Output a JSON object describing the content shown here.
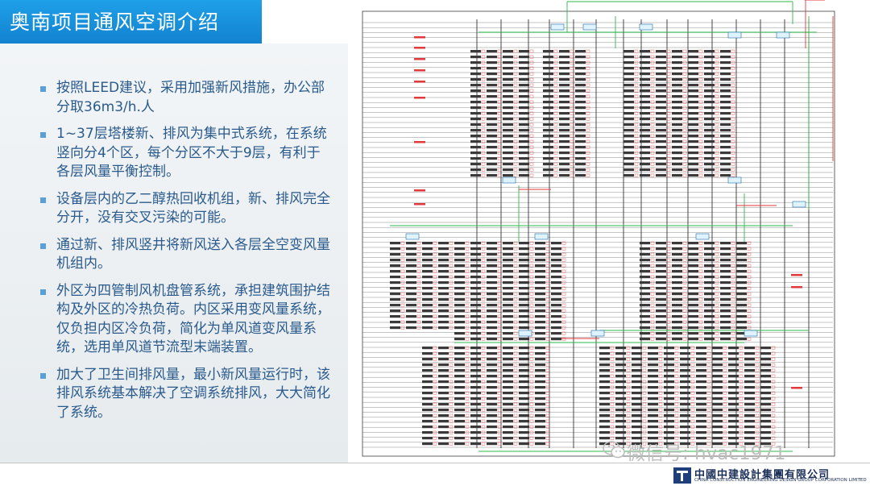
{
  "slide": {
    "title": "奥南项目通风空调介绍",
    "bullets": [
      "按照LEED建议，采用加强新风措施，办公部分取36m3/h.人",
      "1~37层塔楼新、排风为集中式系统，在系统竖向分4个区，每个分区不大于9层，有利于各层风量平衡控制。",
      "设备层内的乙二醇热回收机组，新、排风完全分开，没有交叉污染的可能。",
      "通过新、排风竖井将新风送入各层全空变风量机组内。",
      "外区为四管制风机盘管系统，承担建筑围护结构及外区的冷热负荷。内区采用变风量系统，仅负担内区冷负荷，简化为单风道变风量系统，选用单风道节流型末端装置。",
      "加大了卫生间排风量，最小新风量运行时，该排风系统基本解决了空调系统排风，大大简化了系统。"
    ]
  },
  "footer": {
    "watermark": "微信号: hvac1971",
    "watermark_icon": "wechat-icon",
    "logo_cn": "中國中建設計集團有限公司",
    "logo_en": "CHINA CONSTRUCTION ENGINEERING DESIGN GROUP CORPORATION LIMITED"
  },
  "colors": {
    "title_bar": "#1a8fdc",
    "bullet_text": "#2a5a8c",
    "bullet_marker": "#5aa0d8",
    "diagram_green": "#2db84a",
    "diagram_red": "#e03a3a"
  }
}
